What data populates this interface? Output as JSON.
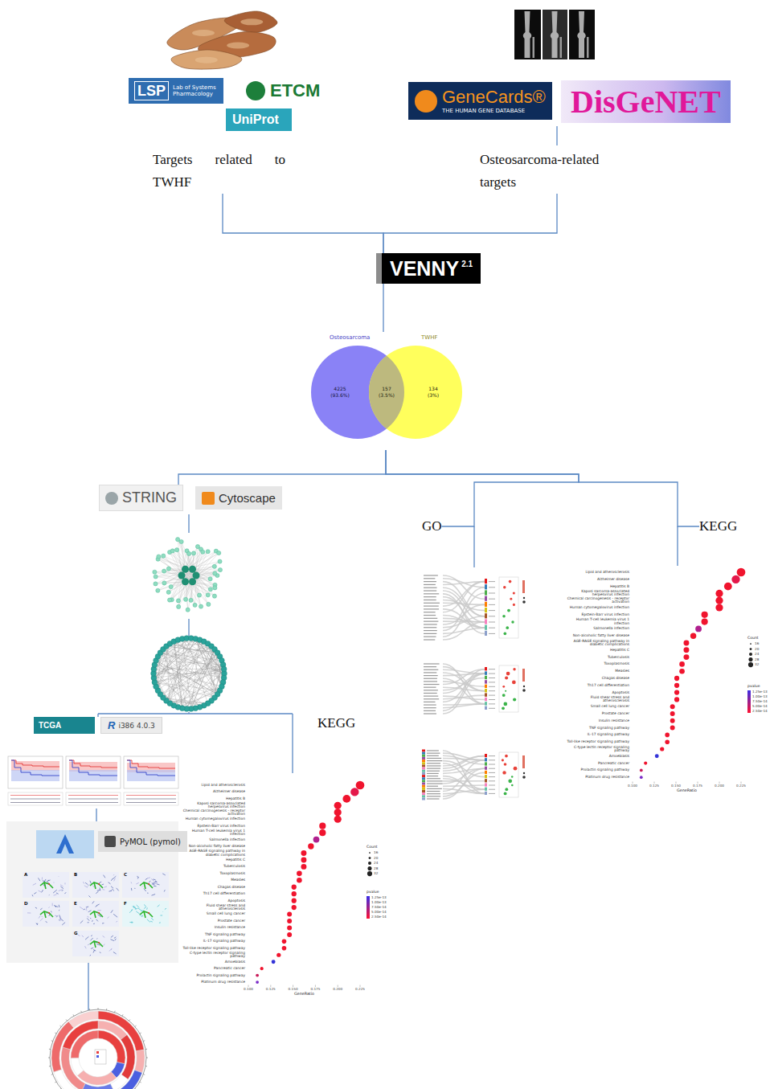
{
  "diagram": {
    "nodes": [
      {
        "text": [
          "LSP",
          "Lab of Systems Pharmacology"
        ]
      },
      {
        "text": [
          "ETCM"
        ]
      },
      {
        "text": [
          "UniProt"
        ]
      },
      {
        "text": [
          "GeneCards®",
          "THE HUMAN GENE DATABASE"
        ]
      },
      {
        "text": [
          "DisGeNET"
        ]
      },
      {
        "text": [
          "Targets related to TWHF"
        ]
      },
      {
        "text": [
          "Osteosarcoma-related targets"
        ]
      },
      {
        "text": [
          "VENNY",
          "2.1"
        ]
      },
      {
        "text": [
          "Osteosarcoma",
          "TWHF",
          "4225 (93.6%)",
          "157 (3.5%)",
          "134 (3%)"
        ]
      },
      {
        "text": [
          "STRING"
        ]
      },
      {
        "text": [
          "Cytoscape"
        ]
      },
      {
        "text": [
          "GO"
        ]
      },
      {
        "text": [
          "KEGG"
        ]
      },
      {
        "text": [
          "TCGA"
        ]
      },
      {
        "text": [
          "R",
          "i386 4.0.3"
        ]
      },
      {
        "text": [
          "KEGG"
        ]
      },
      {
        "text": [
          "PyMOL (pymol)"
        ]
      }
    ],
    "edges": [
      {
        "from": 5,
        "to": 7,
        "arrow": "none"
      },
      {
        "from": 6,
        "to": 7,
        "arrow": "none"
      },
      {
        "from": 7,
        "to": 8,
        "arrow": "none"
      },
      {
        "from": 8,
        "to": 9,
        "arrow": "none"
      },
      {
        "from": 8,
        "to": 11,
        "arrow": "none"
      },
      {
        "from": 8,
        "to": 12,
        "arrow": "none"
      }
    ],
    "labels": [
      "Lipid and atherosclerosis",
      "Alzheimer disease",
      "Hepatitis B",
      "Kaposi sarcoma-associated herpesvirus infection",
      "Chemical carcinogenesis - receptor activation",
      "Human cytomegalovirus infection",
      "Epstein-Barr virus infection",
      "Human T-cell leukemia virus 1 infection",
      "Salmonella infection",
      "Non-alcoholic fatty liver disease",
      "AGE-RAGE signaling pathway in diabetic complications",
      "Hepatitis C",
      "Tuberculosis",
      "Toxoplasmosis",
      "Measles",
      "Chagas disease",
      "Th17 cell differentiation",
      "Apoptosis",
      "Fluid shear stress and atherosclerosis",
      "Small cell lung cancer",
      "Prostate cancer",
      "Insulin resistance",
      "TNF signaling pathway",
      "IL-17 signaling pathway",
      "Toll-like receptor signaling pathway",
      "C-type lectin receptor signaling pathway",
      "Amoebiasis",
      "Pancreatic cancer",
      "Prolactin signaling pathway",
      "Platinum drug resistance",
      "0.100",
      "0.125",
      "0.150",
      "0.175",
      "0.200",
      "0.225",
      "GeneRatio",
      "Count",
      "16",
      "20",
      "24",
      "28",
      "32",
      "pvalue",
      "1.25e-13",
      "1.00e-13",
      "7.50e-14",
      "5.00e-14",
      "2.50e-14",
      "Lipid and atherosclerosis",
      "Alzheimer disease",
      "Hepatitis B",
      "Kaposi sarcoma-associated herpesvirus infection",
      "Chemical carcinogenesis - receptor activation",
      "Human cytomegalovirus infection",
      "Epstein-Barr virus infection",
      "Human T-cell leukemia virus 1 infection",
      "Salmonella infection",
      "Non-alcoholic fatty liver disease",
      "AGE-RAGE signaling pathway in diabetic complications",
      "Hepatitis C",
      "Tuberculosis",
      "Toxoplasmosis",
      "Measles",
      "Chagas disease",
      "Th17 cell differentiation",
      "Apoptosis",
      "Fluid shear stress and atherosclerosis",
      "Small cell lung cancer",
      "Prostate cancer",
      "Insulin resistance",
      "TNF signaling pathway",
      "IL-17 signaling pathway",
      "Toll-like receptor signaling pathway",
      "C-type lectin receptor signaling pathway",
      "Amoebiasis",
      "Pancreatic cancer",
      "Prolactin signaling pathway",
      "Platinum drug resistance",
      "0.100",
      "0.125",
      "0.150",
      "0.175",
      "0.200",
      "0.225",
      "GeneRatio",
      "Count",
      "16",
      "20",
      "24",
      "28",
      "32",
      "pvalue",
      "1.25e-13",
      "1.00e-13",
      "7.50e-14",
      "5.00e-14",
      "2.50e-14",
      "A",
      "B",
      "C",
      "D",
      "E",
      "F",
      "G"
    ]
  }
}
